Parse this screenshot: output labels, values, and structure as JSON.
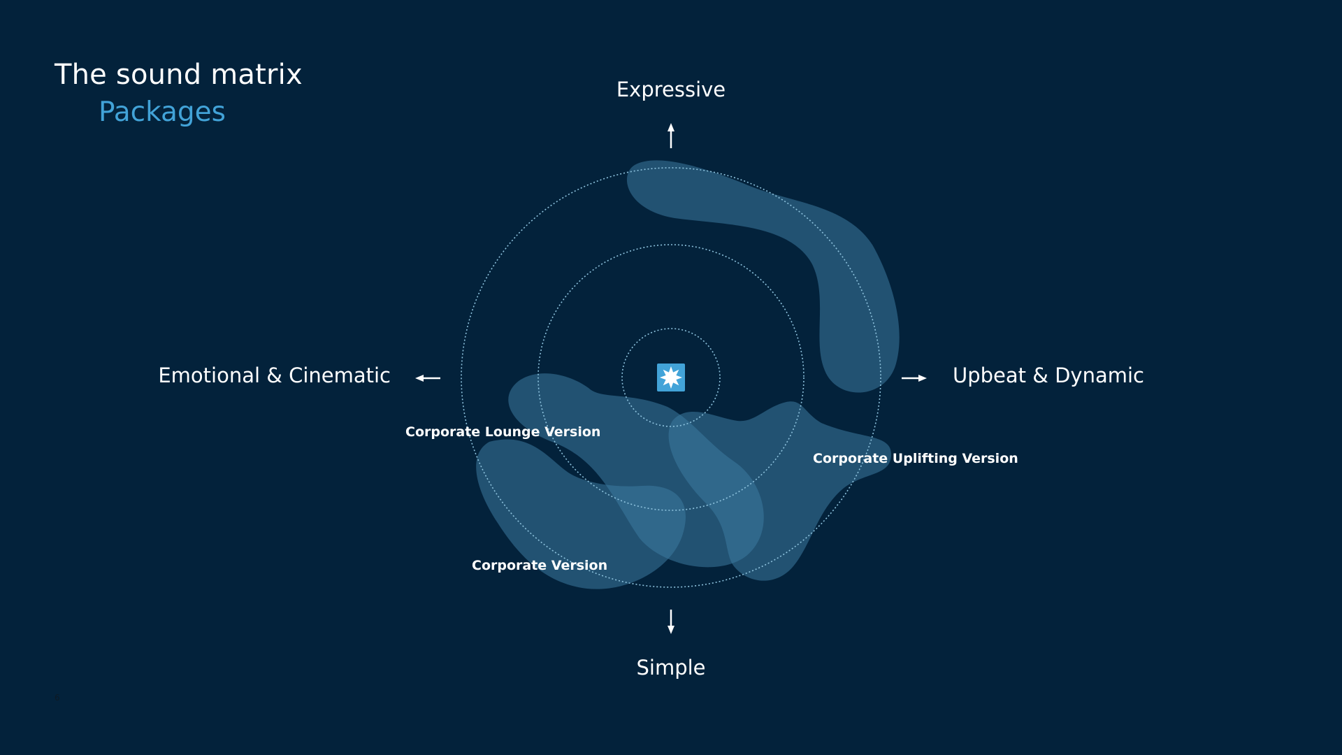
{
  "slide": {
    "title": "The sound matrix",
    "subtitle": "Packages",
    "page_number": "6"
  },
  "axes": {
    "top": "Expressive",
    "bottom": "Simple",
    "left": "Emotional & Cinematic",
    "right": "Upbeat & Dynamic"
  },
  "packages": [
    {
      "name": "Corporate Lounge Version"
    },
    {
      "name": "Corporate Uplifting Version"
    },
    {
      "name": "Corporate Version"
    }
  ],
  "colors": {
    "background": "#03223b",
    "accent": "#42a3d8",
    "blob": "#3c7aa0",
    "ring": "#8ec3de",
    "logo_tile": "#42a3d8"
  },
  "icons": {
    "center": "star-logo-icon",
    "arrows": [
      "arrow-up-icon",
      "arrow-down-icon",
      "arrow-left-icon",
      "arrow-right-icon"
    ]
  }
}
